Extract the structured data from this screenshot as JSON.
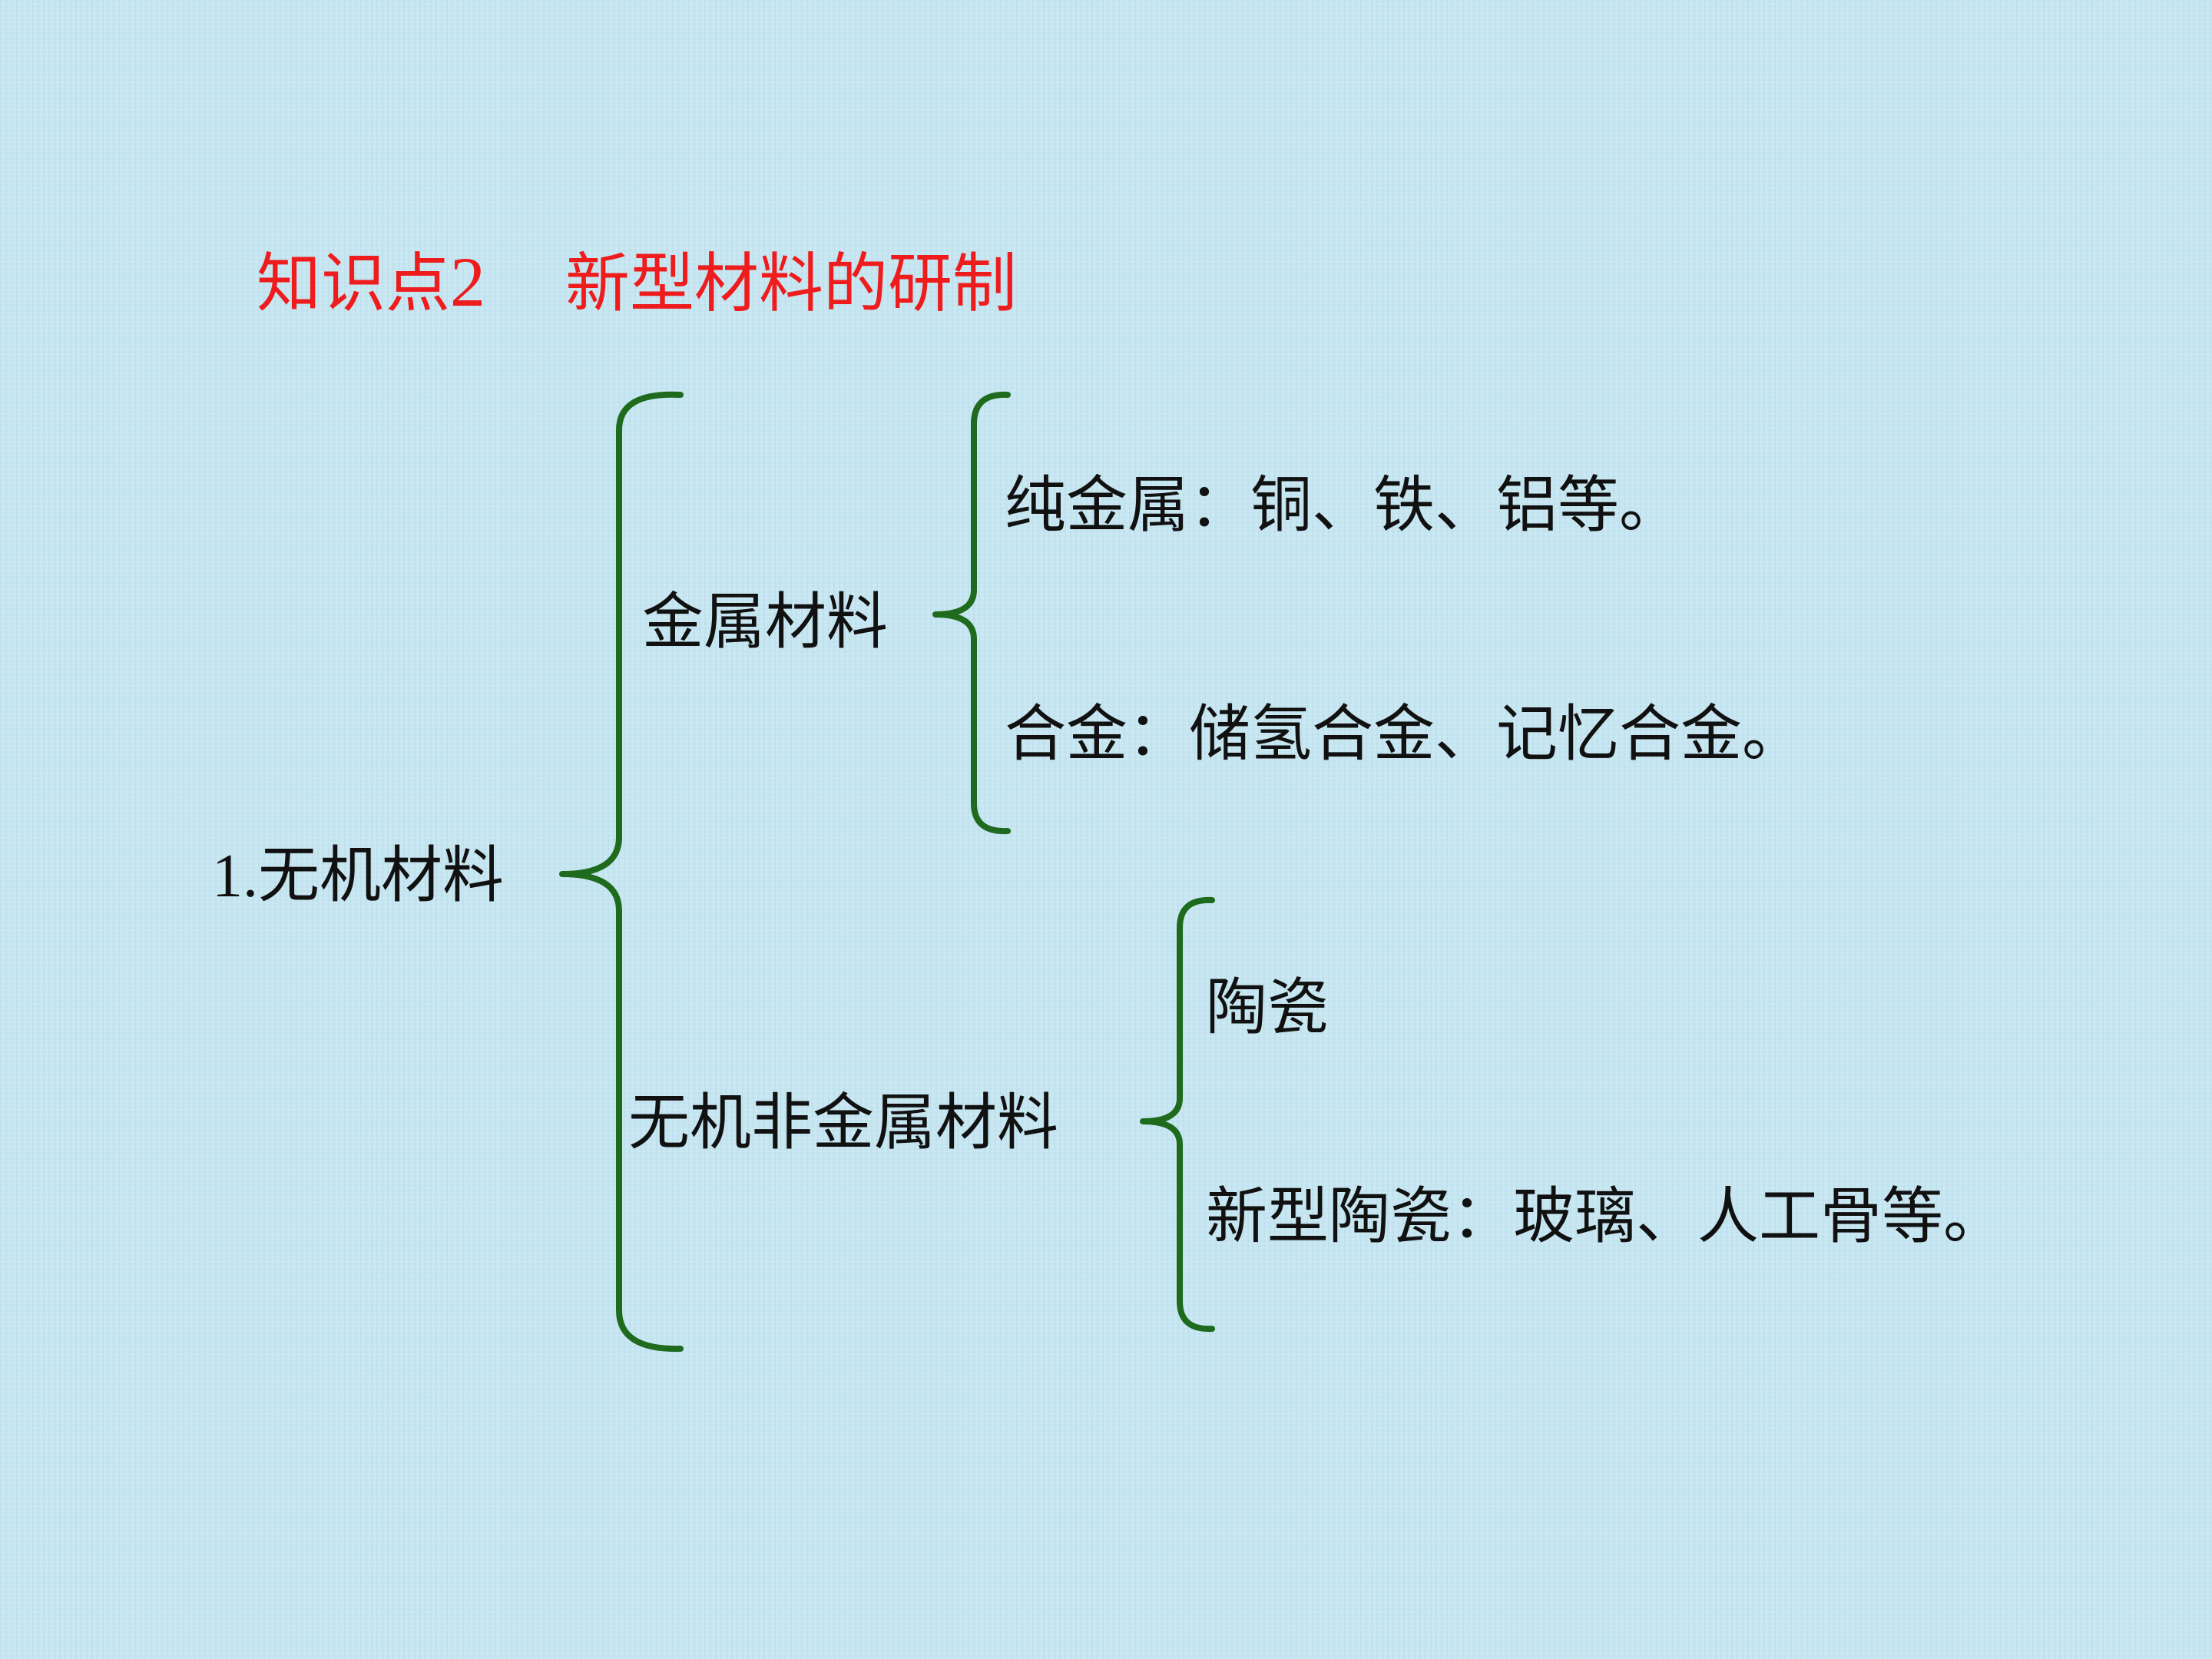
{
  "title": {
    "prefix": "知识点",
    "number": "2",
    "text": "新型材料的研制"
  },
  "root": {
    "number": "1.",
    "label": "无机材料"
  },
  "branches": [
    {
      "label": "金属材料",
      "children": [
        "纯金属：铜、铁、铝等。",
        "合金：储氢合金、记忆合金。"
      ]
    },
    {
      "label": "无机非金属材料",
      "children": [
        "陶瓷",
        "新型陶瓷：玻璃、人工骨等。"
      ]
    }
  ],
  "colors": {
    "title": "#ee1c1c",
    "brace": "#1e6b1e",
    "text": "#111111",
    "background": "#c6e6f1"
  }
}
